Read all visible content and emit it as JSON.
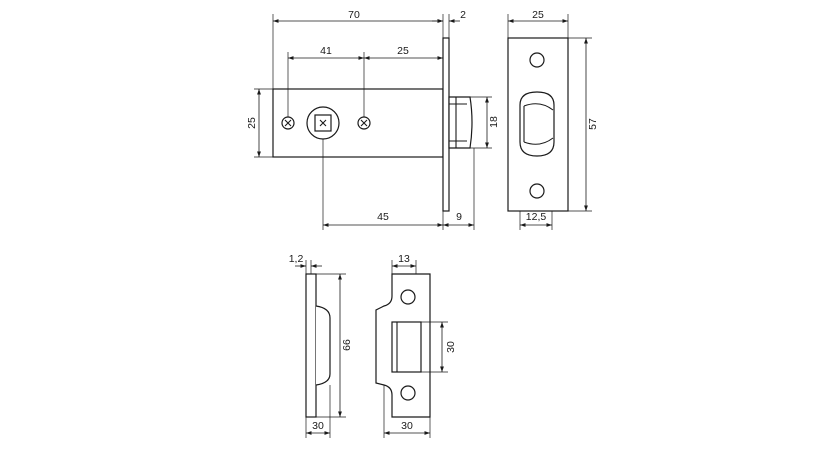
{
  "dimensions": {
    "latch_length": "70",
    "faceplate_thickness": "2",
    "faceplate_width": "25",
    "screw_to_spindle": "41",
    "spindle_to_face": "25",
    "body_height": "25",
    "bolt_height": "18",
    "faceplate_height": "57",
    "backset": "45",
    "bolt_projection": "9",
    "faceplate_center": "12,5",
    "strike_thickness": "1,2",
    "strike_height": "66",
    "strike_depth": "30",
    "strike_lip": "13",
    "strike_opening": "30",
    "strike_width": "30"
  },
  "colors": {
    "line": "#1a1a1a",
    "background": "#ffffff"
  }
}
